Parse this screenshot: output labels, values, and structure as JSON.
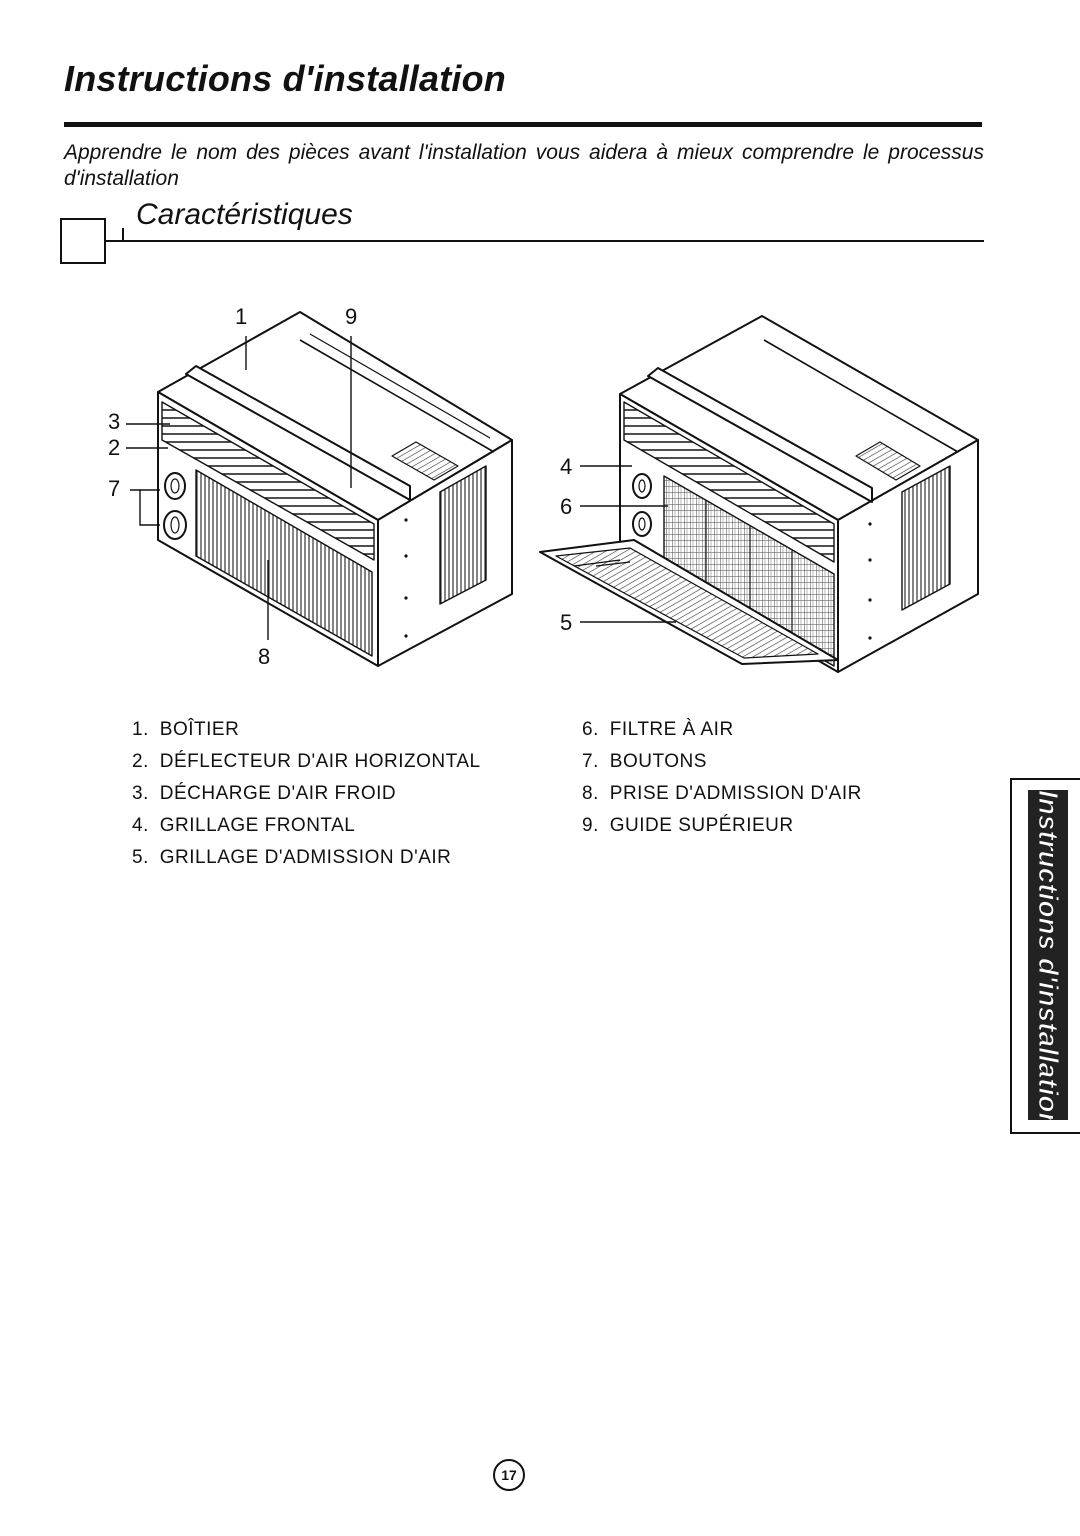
{
  "header": {
    "title": "Instructions d'installation",
    "intro": "Apprendre le nom des pièces avant l'installation vous aidera à mieux comprendre le processus d'installation"
  },
  "section": {
    "title": "Caractéristiques"
  },
  "callouts": {
    "c1": "1",
    "c9": "9",
    "c3": "3",
    "c2": "2",
    "c7": "7",
    "c8": "8",
    "c4": "4",
    "c6": "6",
    "c5": "5"
  },
  "parts_left": [
    {
      "num": "1.",
      "label": "BOÎTIER"
    },
    {
      "num": "2.",
      "label": "DÉFLECTEUR D'AIR HORIZONTAL"
    },
    {
      "num": "3.",
      "label": "DÉCHARGE D'AIR FROID"
    },
    {
      "num": "4.",
      "label": "GRILLAGE FRONTAL"
    },
    {
      "num": "5.",
      "label": "GRILLAGE D'ADMISSION D'AIR"
    }
  ],
  "parts_right": [
    {
      "num": "6.",
      "label": "FILTRE À AIR"
    },
    {
      "num": "7.",
      "label": "BOUTONS"
    },
    {
      "num": "8.",
      "label": "PRISE D'ADMISSION D'AIR"
    },
    {
      "num": "9.",
      "label": "GUIDE SUPÉRIEUR"
    }
  ],
  "side_tab": {
    "label": "Instructions d'installation"
  },
  "footer": {
    "page_number": "17"
  }
}
